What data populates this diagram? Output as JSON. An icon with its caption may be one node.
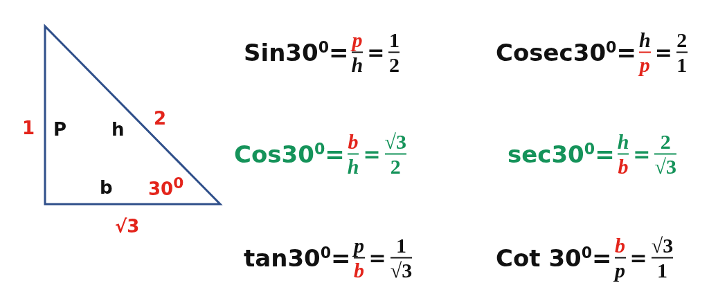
{
  "diagram": {
    "labels": [
      "1",
      "P",
      "h",
      "2",
      "b",
      "30$^{0}$",
      "√3",
      "Sin30$^{0}$=",
      "p",
      "h",
      "=",
      "1",
      "2",
      "Cosec30$^{0}$=",
      "h",
      "p",
      "=",
      "2",
      "1",
      "Cos30$^{0}$=",
      "b",
      "h",
      "=",
      "√3",
      "2",
      "sec30$^{0}$=",
      "h",
      "b",
      "=",
      "2",
      "√3",
      "tan30$^{0}$=",
      "p",
      "b",
      "=",
      "1",
      "√3",
      "Cot 30$^{0}$=",
      "b",
      "p",
      "=",
      "√3",
      "1"
    ]
  }
}
